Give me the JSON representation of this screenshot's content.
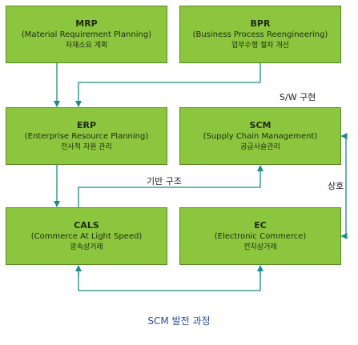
{
  "boxes": {
    "mrp": {
      "title": "MRP",
      "subtitle": "(Material Requirement Planning)",
      "korean": "자재소요 계획"
    },
    "bpr": {
      "title": "BPR",
      "subtitle": "(Business Process Reengineering)",
      "korean": "업무수행 절차 개선"
    },
    "erp": {
      "title": "ERP",
      "subtitle": "(Enterprise Resource Planning)",
      "korean": "전사적 자원 관리"
    },
    "scm": {
      "title": "SCM",
      "subtitle": "(Supply Chain Management)",
      "korean": "공급사슬관리"
    },
    "cals": {
      "title": "CALS",
      "subtitle": "(Commerce At Light Speed)",
      "korean": "광속상거래"
    },
    "ec": {
      "title": "EC",
      "subtitle": "(Electronic Commerce)",
      "korean": "전자상거래"
    }
  },
  "labels": {
    "sw_impl": "S/W 구현",
    "infrastructure": "기반 구조",
    "mutual": "상호"
  },
  "caption": "SCM 발전 과정",
  "colors": {
    "box_fill": "#8cc63f",
    "box_border": "#5a8a26",
    "arrow": "#1a8a8a",
    "caption": "#2a4b9b"
  }
}
